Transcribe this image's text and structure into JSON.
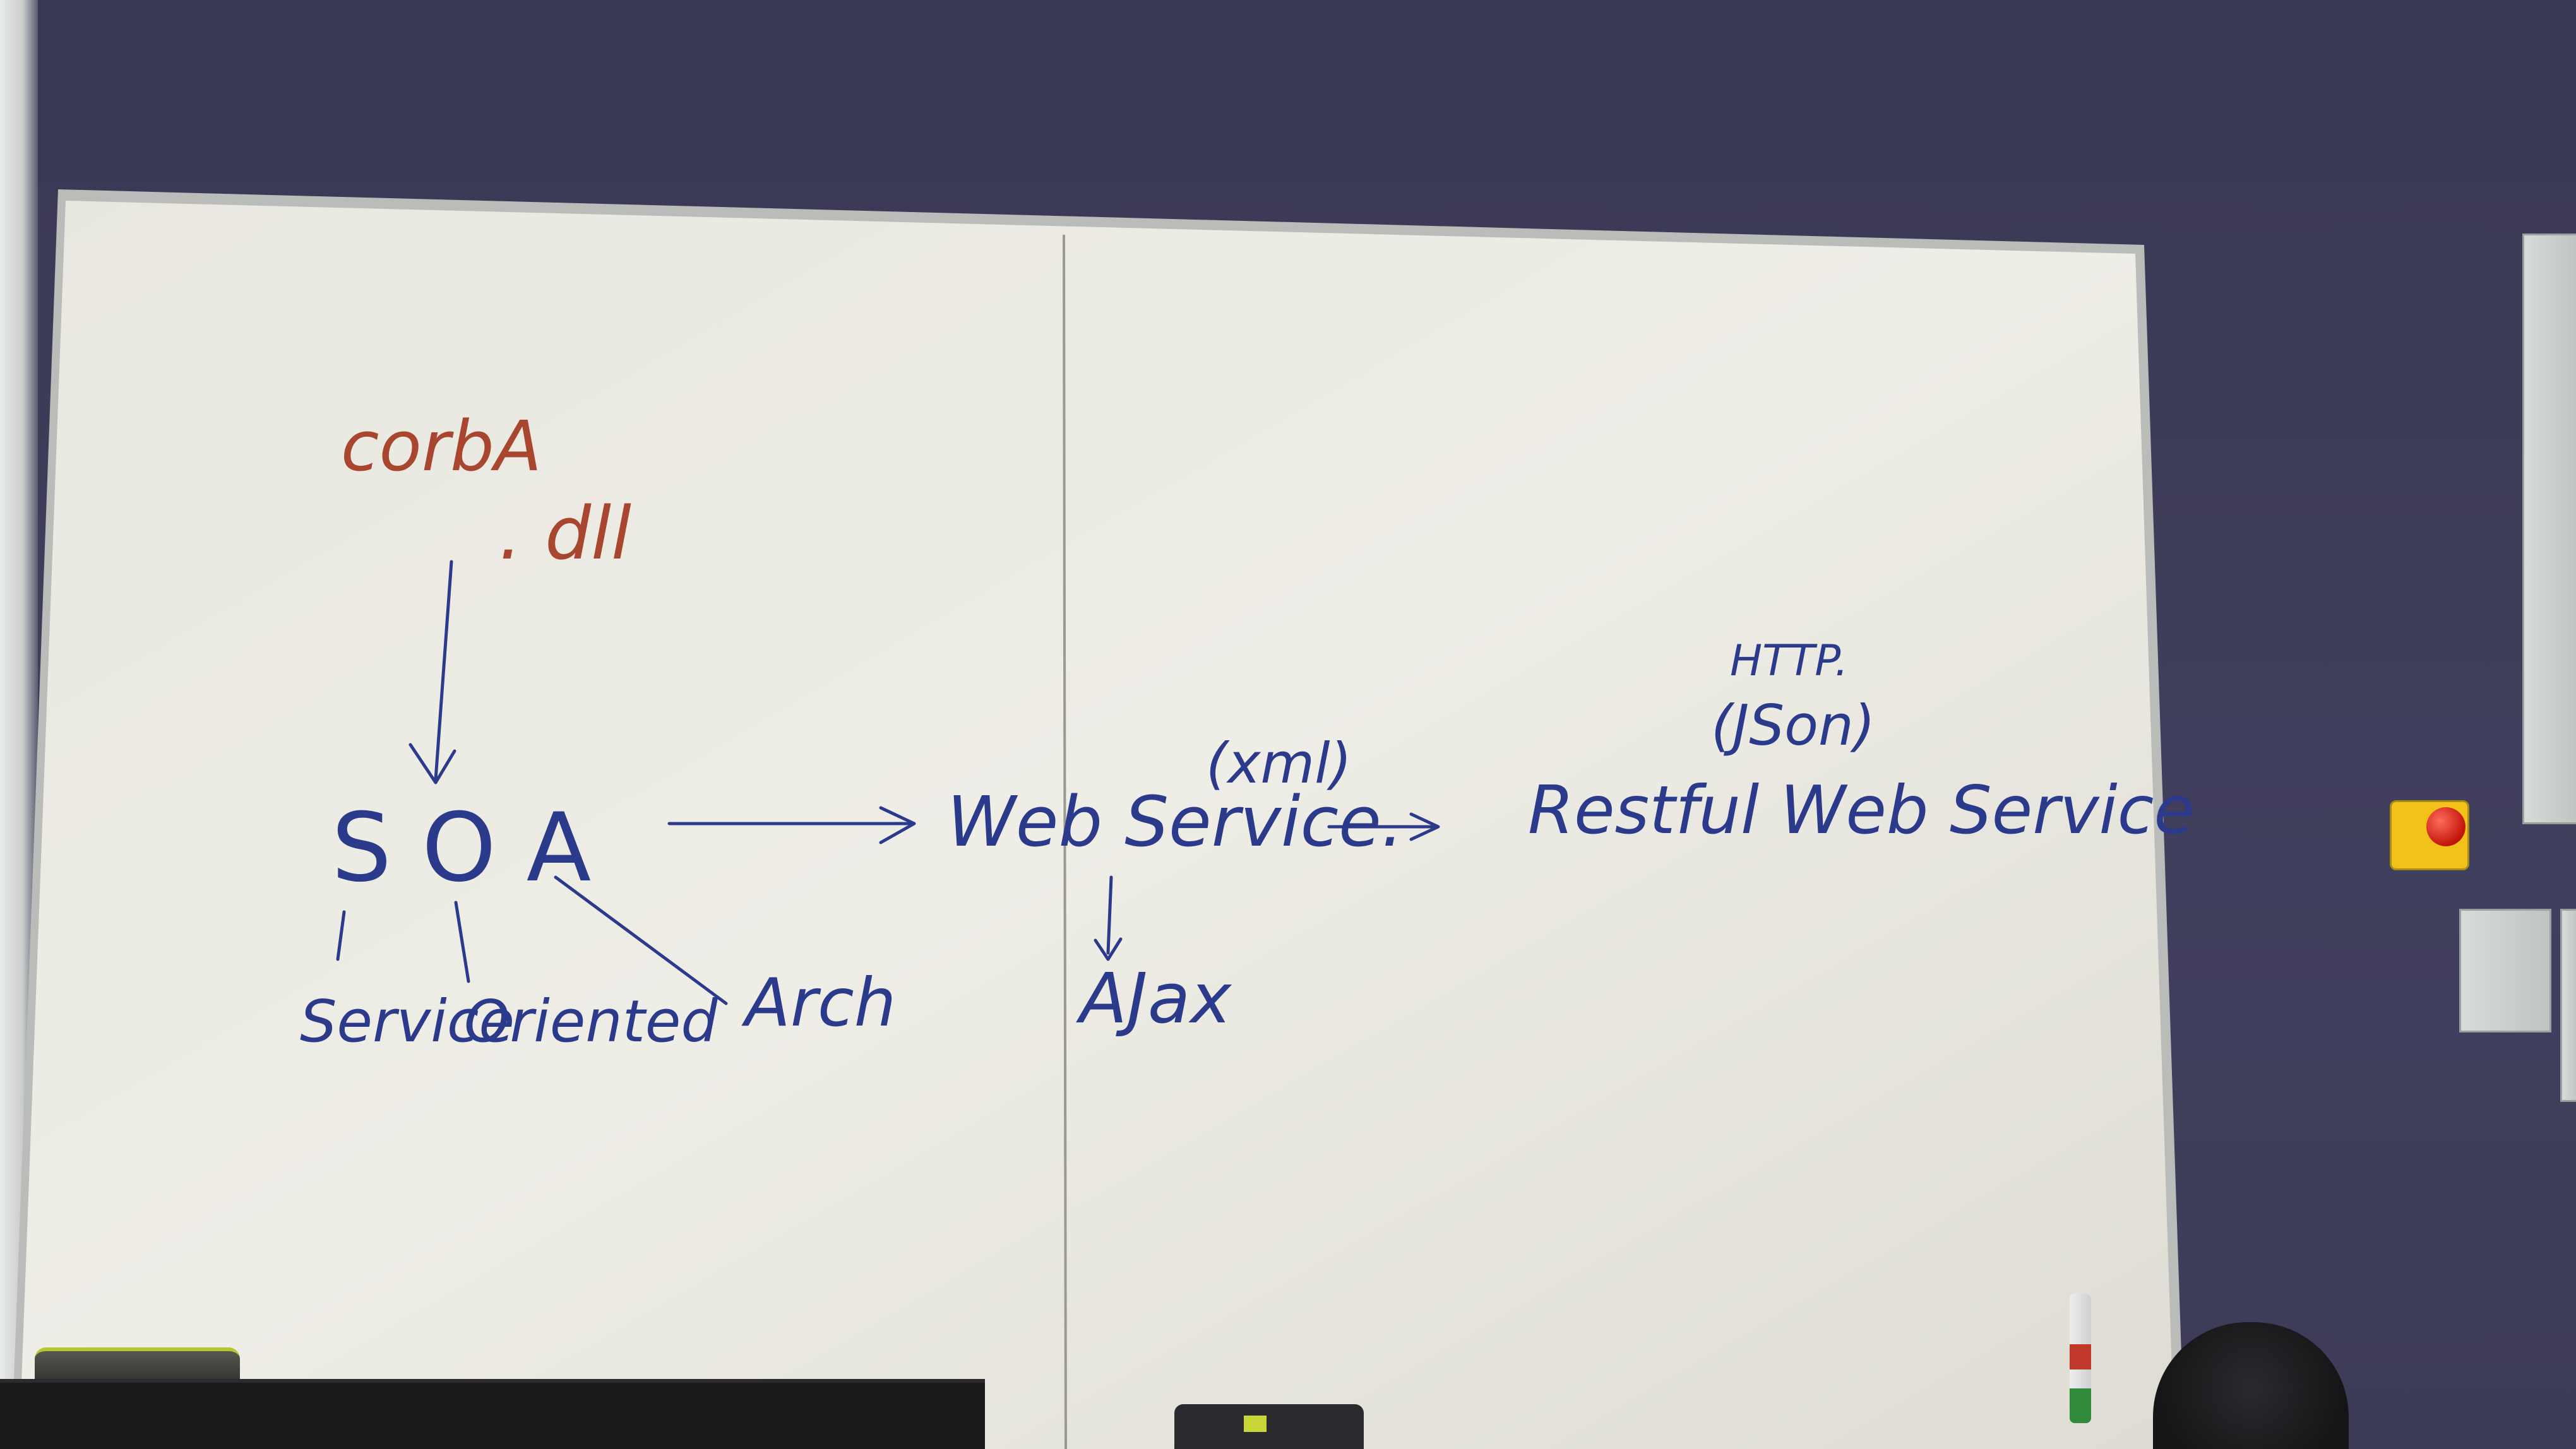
{
  "scene": {
    "description_type": "photo",
    "colors": {
      "wall": "#3b3a57",
      "board": "#ecebe4",
      "blue_ink": "#2b3a8a",
      "red_ink": "#a8462f"
    }
  },
  "whiteboard": {
    "corba": "corbA",
    "dll": ". dll",
    "soa": "S O A",
    "service": "Service",
    "oriented": "Oriented",
    "arch": "Arch",
    "web_service": "Web Service.",
    "xml": "(xml)",
    "ajax": "AJax",
    "http": "HTTP.",
    "json": "(JSon)",
    "restful": "Restful Web Service"
  }
}
